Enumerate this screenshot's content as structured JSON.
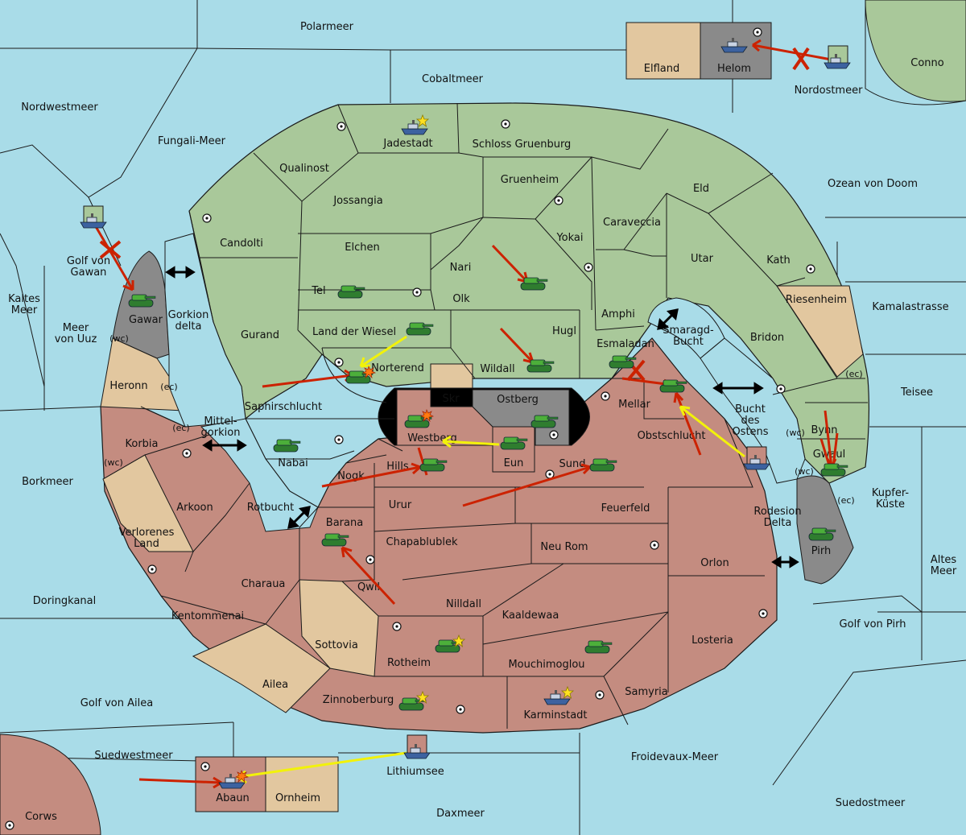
{
  "colors": {
    "sea": "#a9dce8",
    "green": "#a9c89a",
    "red": "#c48c80",
    "tan": "#e2c79f",
    "gray": "#8a8a8a",
    "border": "#1a1a1a",
    "move_red": "#cc2200",
    "move_yellow": "#f2f20a",
    "unit_green": "#3a9a3a",
    "unit_fleet": "#4a70a8"
  },
  "regions": {
    "polarmeer": "Polarmeer",
    "cobaltmeer": "Cobaltmeer",
    "elfland": "Elfland",
    "helom": "Helom",
    "nordostmeer": "Nordostmeer",
    "conno": "Conno",
    "nordwestmeer": "Nordwestmeer",
    "fungali": "Fungali-Meer",
    "jadestadt": "Jadestadt",
    "schloss": "Schloss Gruenburg",
    "qualinost": "Qualinost",
    "gruenheim": "Gruenheim",
    "eld": "Eld",
    "ozean": "Ozean von Doom",
    "jossangia": "Jossangia",
    "caraveccia": "Caraveccia",
    "candolti": "Candolti",
    "elchen": "Elchen",
    "yokai": "Yokai",
    "utar": "Utar",
    "kath": "Kath",
    "golf_gawan": "Golf von Gawan",
    "nari": "Nari",
    "tel": "Tel",
    "olk": "Olk",
    "kaltes": "Kaltes Meer",
    "gawar": "Gawar",
    "gorkion": "Gorkion delta",
    "amphi": "Amphi",
    "riesenheim": "Riesenheim",
    "kamalastrasse": "Kamalastrasse",
    "uuz": "Meer von Uuz",
    "gurand": "Gurand",
    "land_wiesel": "Land der Wiesel",
    "hugl": "Hugl",
    "smaragd": "Smaragd-Bucht",
    "bridon": "Bridon",
    "esmaladan": "Esmaladan",
    "wc": "(wc)",
    "ec": "(ec)",
    "heronn": "Heronn",
    "norterend": "Norterend",
    "wildall": "Wildall",
    "skr": "Skr",
    "ostberg": "Ostberg",
    "mellar": "Mellar",
    "teisee": "Teisee",
    "saphir": "Saphirschlucht",
    "mittelgorkion": "Mittel-gorkion",
    "bucht_ostens": "Bucht des Ostens",
    "bynn": "Bynn",
    "korbia": "Korbia",
    "westberg": "Westberg",
    "obst": "Obstschlucht",
    "nabai": "Nabai",
    "eun": "Eun",
    "gwaul": "Gwaul",
    "hills": "Hills",
    "sund": "Sund",
    "borkmeer": "Borkmeer",
    "nogk": "Nogk",
    "kupfer": "Kupfer-Küste",
    "arkoon": "Arkoon",
    "rotbucht": "Rotbucht",
    "urur": "Urur",
    "feuerfeld": "Feuerfeld",
    "rodesion": "Rodesion Delta",
    "verlorenes": "Verlorenes Land",
    "barana": "Barana",
    "chapab": "Chapablublek",
    "neurom": "Neu Rom",
    "pirh": "Pirh",
    "orlon": "Orlon",
    "altes": "Altes Meer",
    "charaua": "Charaua",
    "qwil": "Qwil",
    "doringkanal": "Doringkanal",
    "nilldall": "Nilldall",
    "kentommenai": "Kentommenai",
    "kaaldewaa": "Kaaldewaa",
    "golf_pirh": "Golf von Pirh",
    "losteria": "Losteria",
    "sottovia": "Sottovia",
    "rotheim": "Rotheim",
    "mouchi": "Mouchimoglou",
    "ailea": "Ailea",
    "samyria": "Samyria",
    "golf_ailea": "Golf von Ailea",
    "zinnoberburg": "Zinnoberburg",
    "karminstadt": "Karminstadt",
    "suedwestmeer": "Suedwestmeer",
    "froidevaux": "Froidevaux-Meer",
    "lithiumsee": "Lithiumsee",
    "abaun": "Abaun",
    "ornheim": "Ornheim",
    "suedostmeer": "Suedostmeer",
    "daxmeer": "Daxmeer",
    "corws": "Corws"
  }
}
